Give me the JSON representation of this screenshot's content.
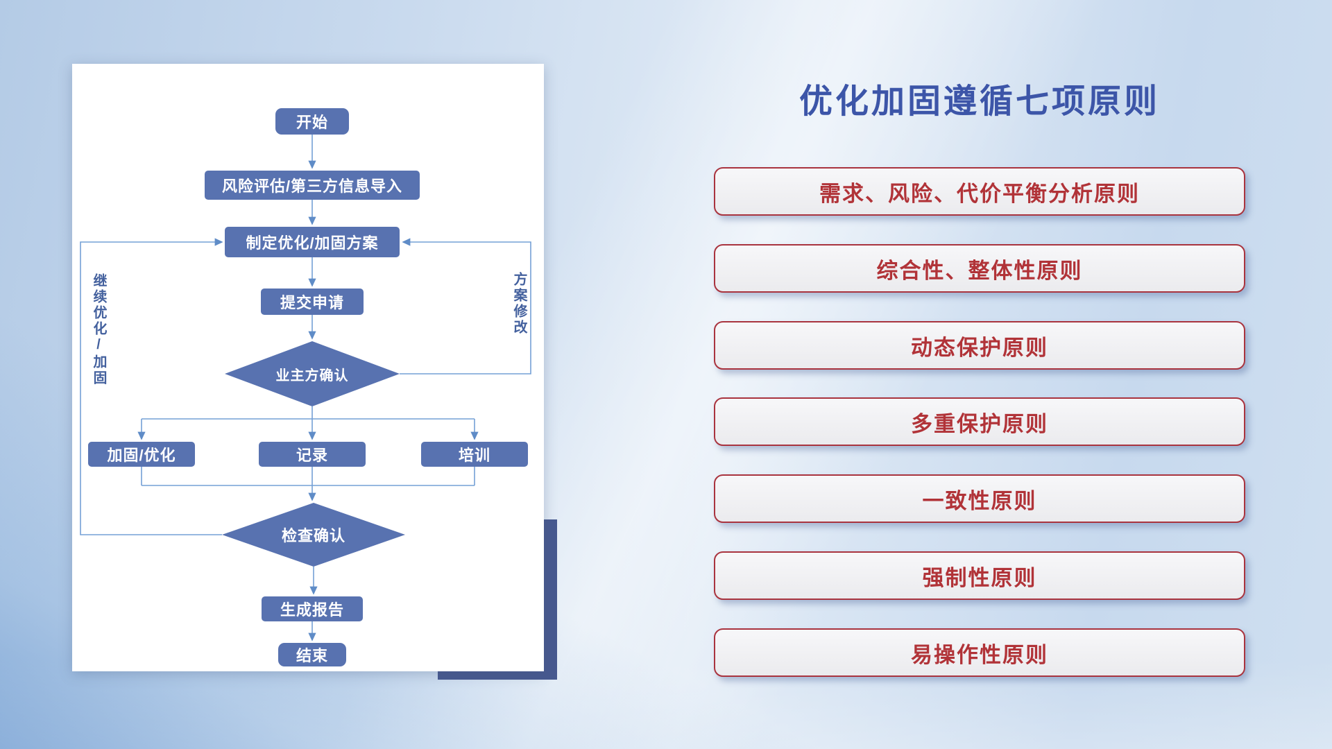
{
  "slide": {
    "title": "优化加固遵循七项原则",
    "title_color": "#3c55a8"
  },
  "flowchart": {
    "nodes": {
      "start": "开始",
      "risk_import": "风险评估/第三方信息导入",
      "make_plan": "制定优化/加固方案",
      "submit_request": "提交申请",
      "owner_confirm": "业主方确认",
      "harden_optimize": "加固/优化",
      "record": "记录",
      "training": "培训",
      "check_confirm": "检查确认",
      "generate_report": "生成报告",
      "end": "结束"
    },
    "loop_labels": {
      "continue_optimize": "继续优化/加固",
      "plan_revise": "方案修改"
    },
    "colors": {
      "node_fill": "#5872b0",
      "connector": "#74a0d6",
      "panel_shadow": "#47598f"
    }
  },
  "principles": {
    "items": [
      "需求、风险、代价平衡分析原则",
      "综合性、整体性原则",
      "动态保护原则",
      "多重保护原则",
      "一致性原则",
      "强制性原则",
      "易操作性原则"
    ],
    "border_color": "#a9333e",
    "text_color": "#b13338"
  }
}
